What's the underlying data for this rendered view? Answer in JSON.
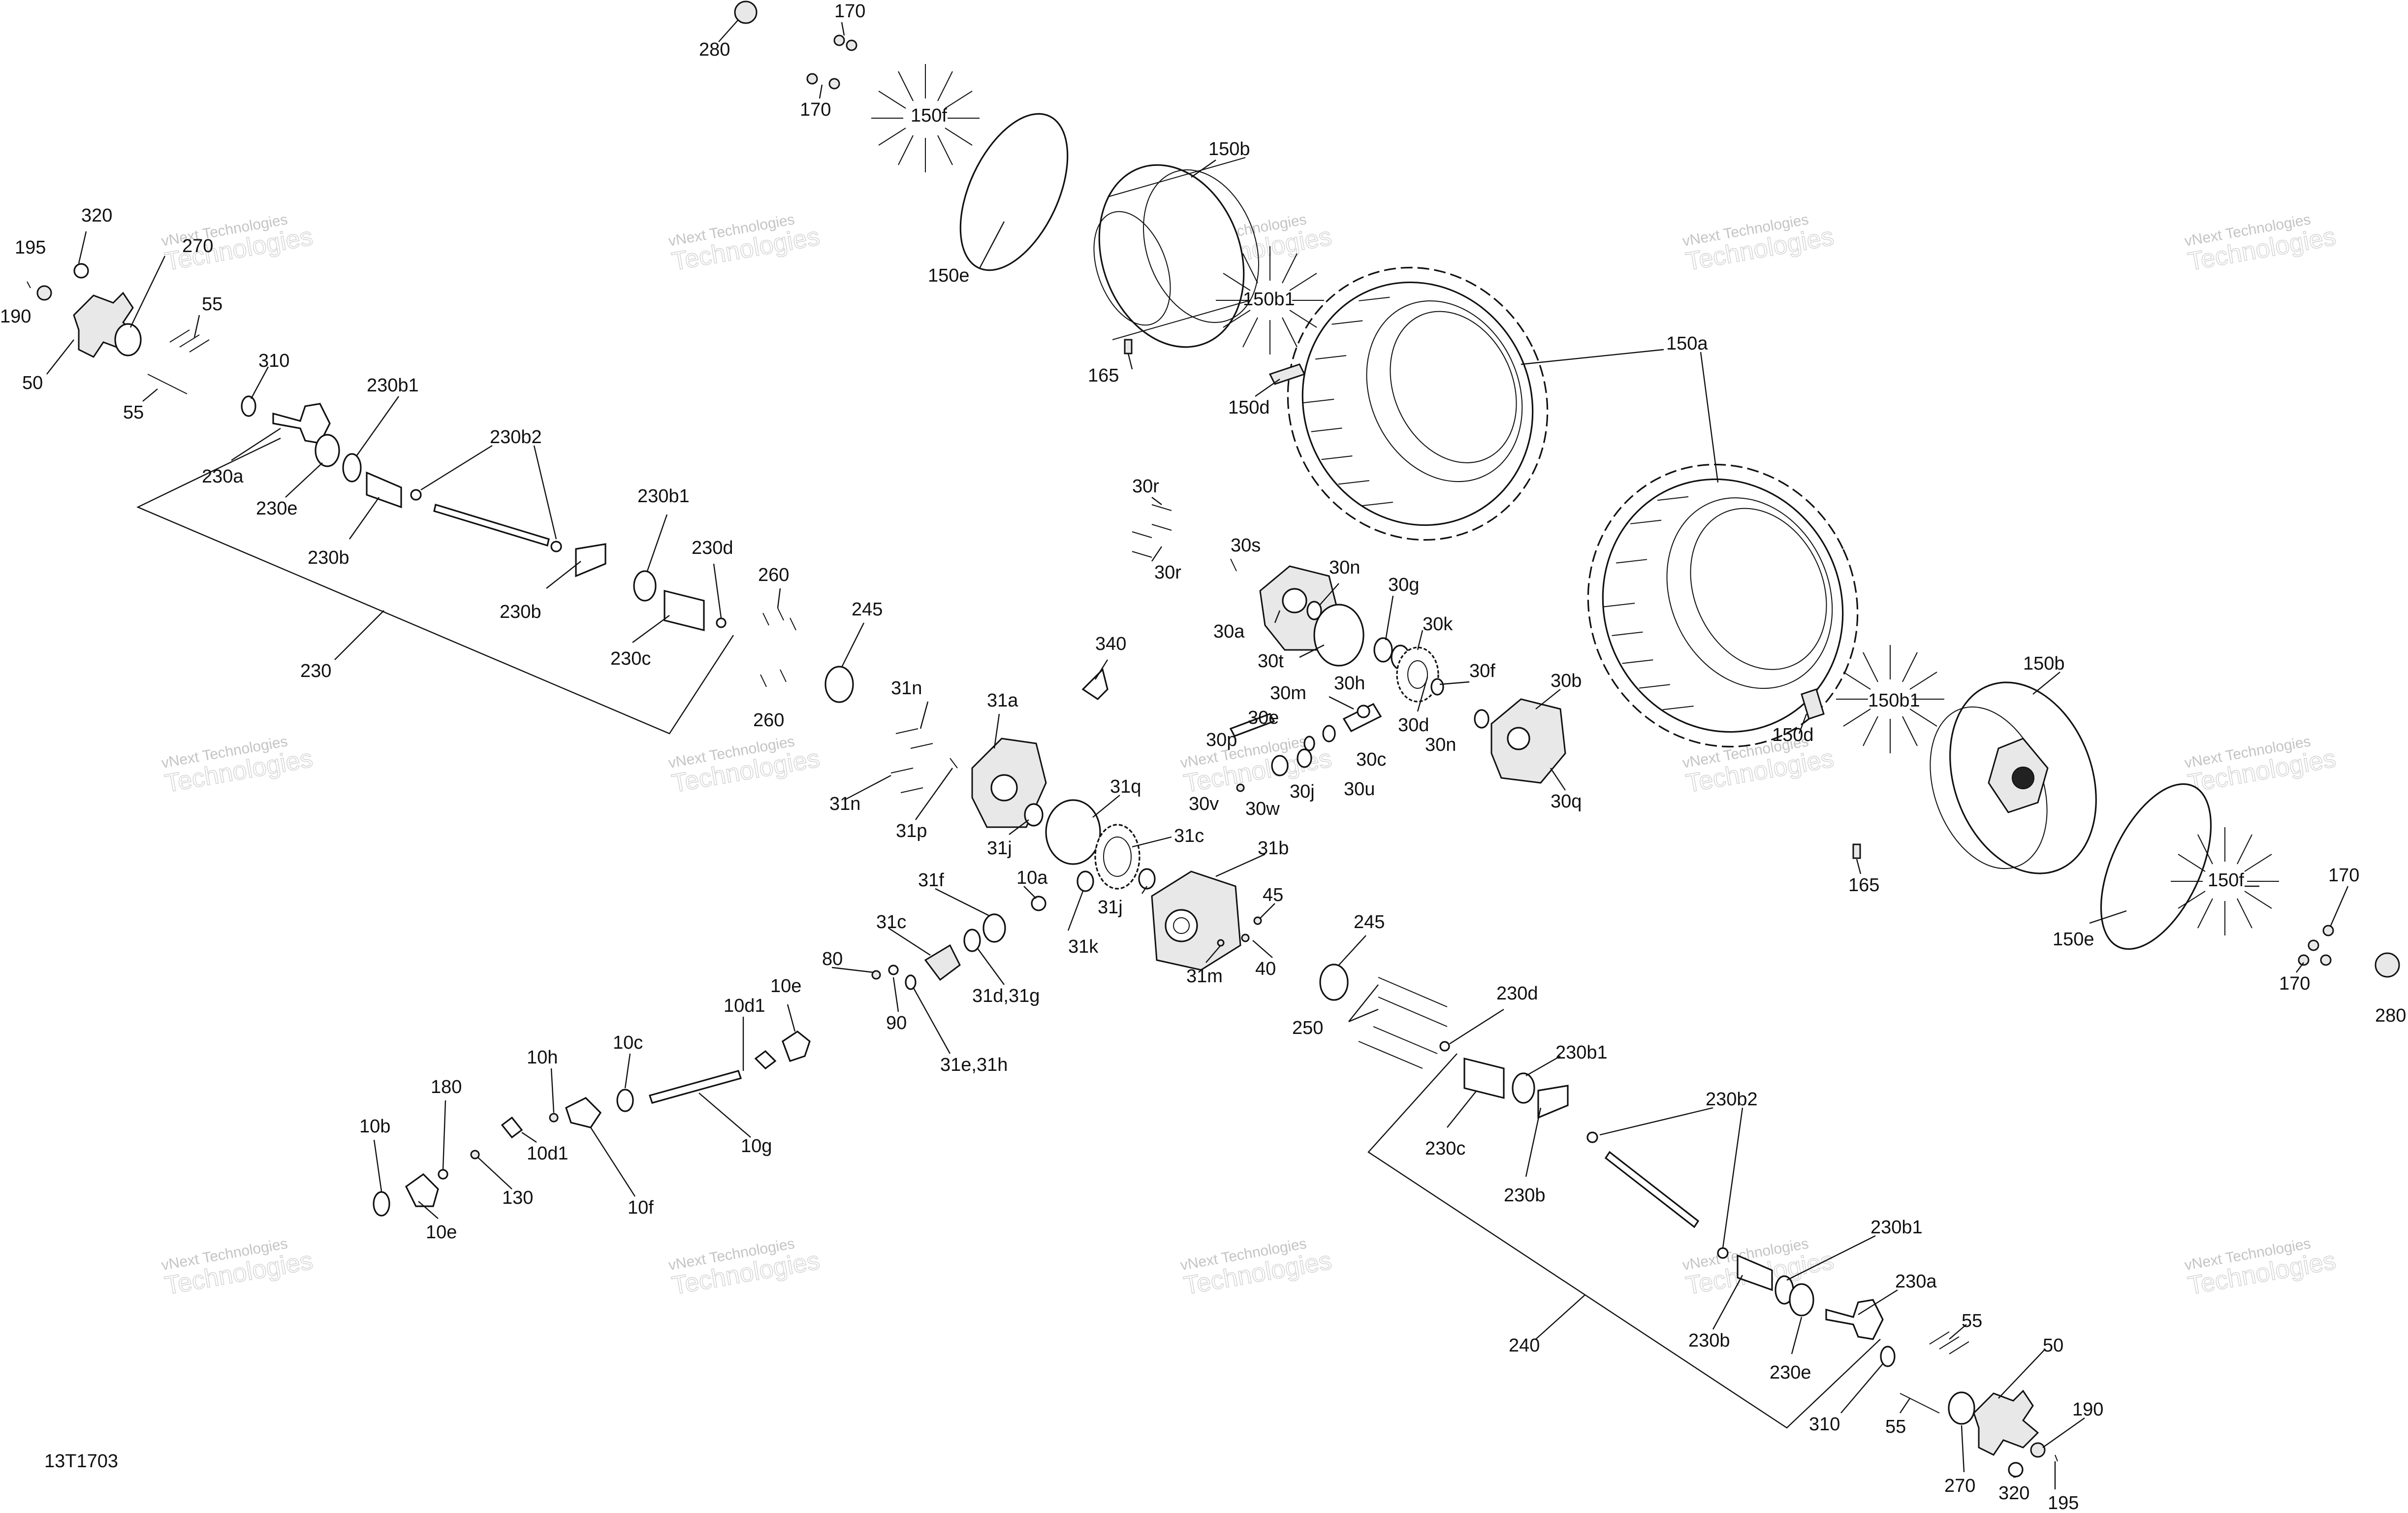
{
  "figure_id": "13T1703",
  "watermark": {
    "line1": "vNext Technologies",
    "line2": "Technologies"
  },
  "callouts": [
    "280",
    "170",
    "170",
    "150f",
    "150e",
    "150b",
    "150b1",
    "165",
    "150d",
    "150a",
    "195",
    "320",
    "270",
    "190",
    "50",
    "55",
    "55",
    "310",
    "230b1",
    "230b2",
    "230a",
    "230e",
    "230b",
    "230b",
    "230b1",
    "230d",
    "230c",
    "230",
    "260",
    "260",
    "245",
    "340",
    "30r",
    "30r",
    "30s",
    "30n",
    "30a",
    "30g",
    "30k",
    "30t",
    "30f",
    "30b",
    "30h",
    "30m",
    "30e",
    "30p",
    "30d",
    "30c",
    "30n",
    "30j",
    "30u",
    "30v",
    "30w",
    "30q",
    "31n",
    "31a",
    "31n",
    "31p",
    "31j",
    "31q",
    "31c",
    "31b",
    "31j",
    "31k",
    "31m",
    "10a",
    "31f",
    "31c",
    "31d,31g",
    "31e,31h",
    "45",
    "40",
    "80",
    "90",
    "10e",
    "10d1",
    "10c",
    "10h",
    "10d1",
    "10f",
    "10g",
    "10b",
    "180",
    "130",
    "10e",
    "245",
    "250",
    "230d",
    "230b1",
    "230c",
    "230b",
    "230b2",
    "230b1",
    "230a",
    "230b",
    "230e",
    "240",
    "310",
    "55",
    "55",
    "50",
    "190",
    "270",
    "320",
    "195",
    "150b",
    "150b1",
    "150d",
    "165",
    "150e",
    "150f",
    "170",
    "170",
    "280"
  ]
}
